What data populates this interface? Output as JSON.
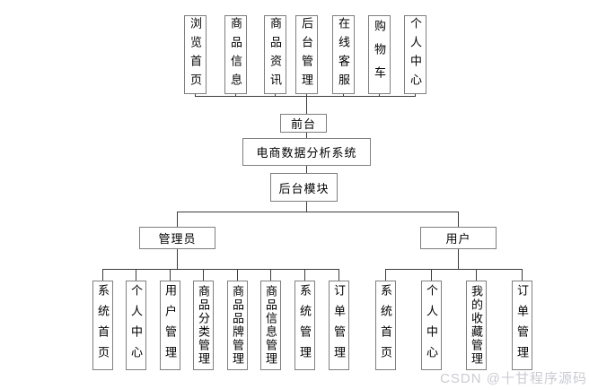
{
  "diagram": {
    "front_modules": [
      "浏览首页",
      "商品信息",
      "商品资讯",
      "后台管理",
      "在线客服",
      "购物车",
      "个人中心"
    ],
    "front_label": "前台",
    "system_title": "电商数据分析系统",
    "backend_label": "后台模块",
    "admin": {
      "label": "管理员",
      "children": [
        "系统首页",
        "个人中心",
        "用户管理",
        "商品分类管理",
        "商品品牌管理",
        "商品信息管理",
        "系统管理",
        "订单管理"
      ]
    },
    "user": {
      "label": "用户",
      "children": [
        "系统首页",
        "个人中心",
        "我的收藏管理",
        "订单管理"
      ]
    },
    "watermark": "CSDN @十甘程序源码",
    "colors": {
      "background": "#ffffff",
      "box_border": "#7f7f7f",
      "connector_line": "#3c3c3c",
      "text": "#000000",
      "watermark_text": "#cbccd3"
    }
  }
}
